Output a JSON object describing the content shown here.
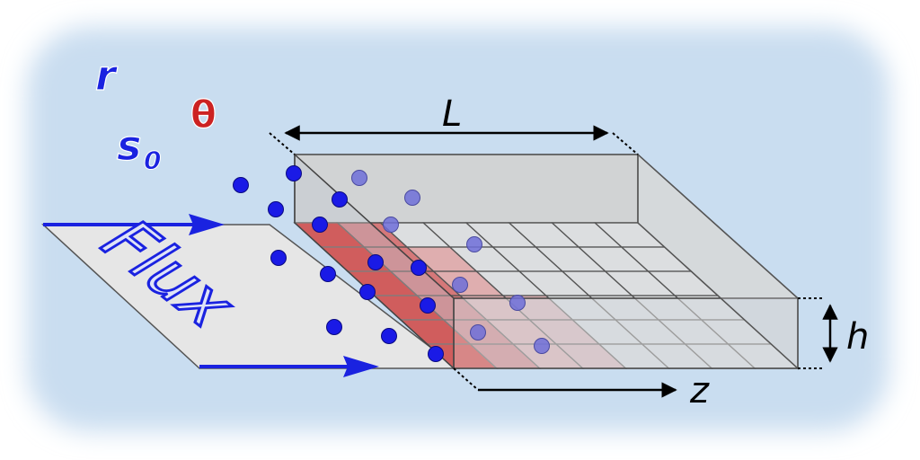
{
  "labels": {
    "r": "r",
    "s0": "s",
    "s0_sub": "0",
    "theta": "θ",
    "L": "L",
    "h": "h",
    "z": "z",
    "flux": "Flux"
  },
  "colors": {
    "background_glow": "#c9ddf0",
    "blue_text": "#1a22e0",
    "theta_red": "#cc2222",
    "particle": "#1a1ae6",
    "particle_faded": "#6f6fd8",
    "deposit_red": "#d42424",
    "deposit_faded": "#e39a9a",
    "box_fill": "#d9d9d9",
    "grid_line": "#555555"
  },
  "icons": {
    "arrow_upper": "flux-arrow-icon",
    "arrow_lower": "flux-arrow-icon",
    "dimension_arrow": "double-arrow-icon"
  }
}
